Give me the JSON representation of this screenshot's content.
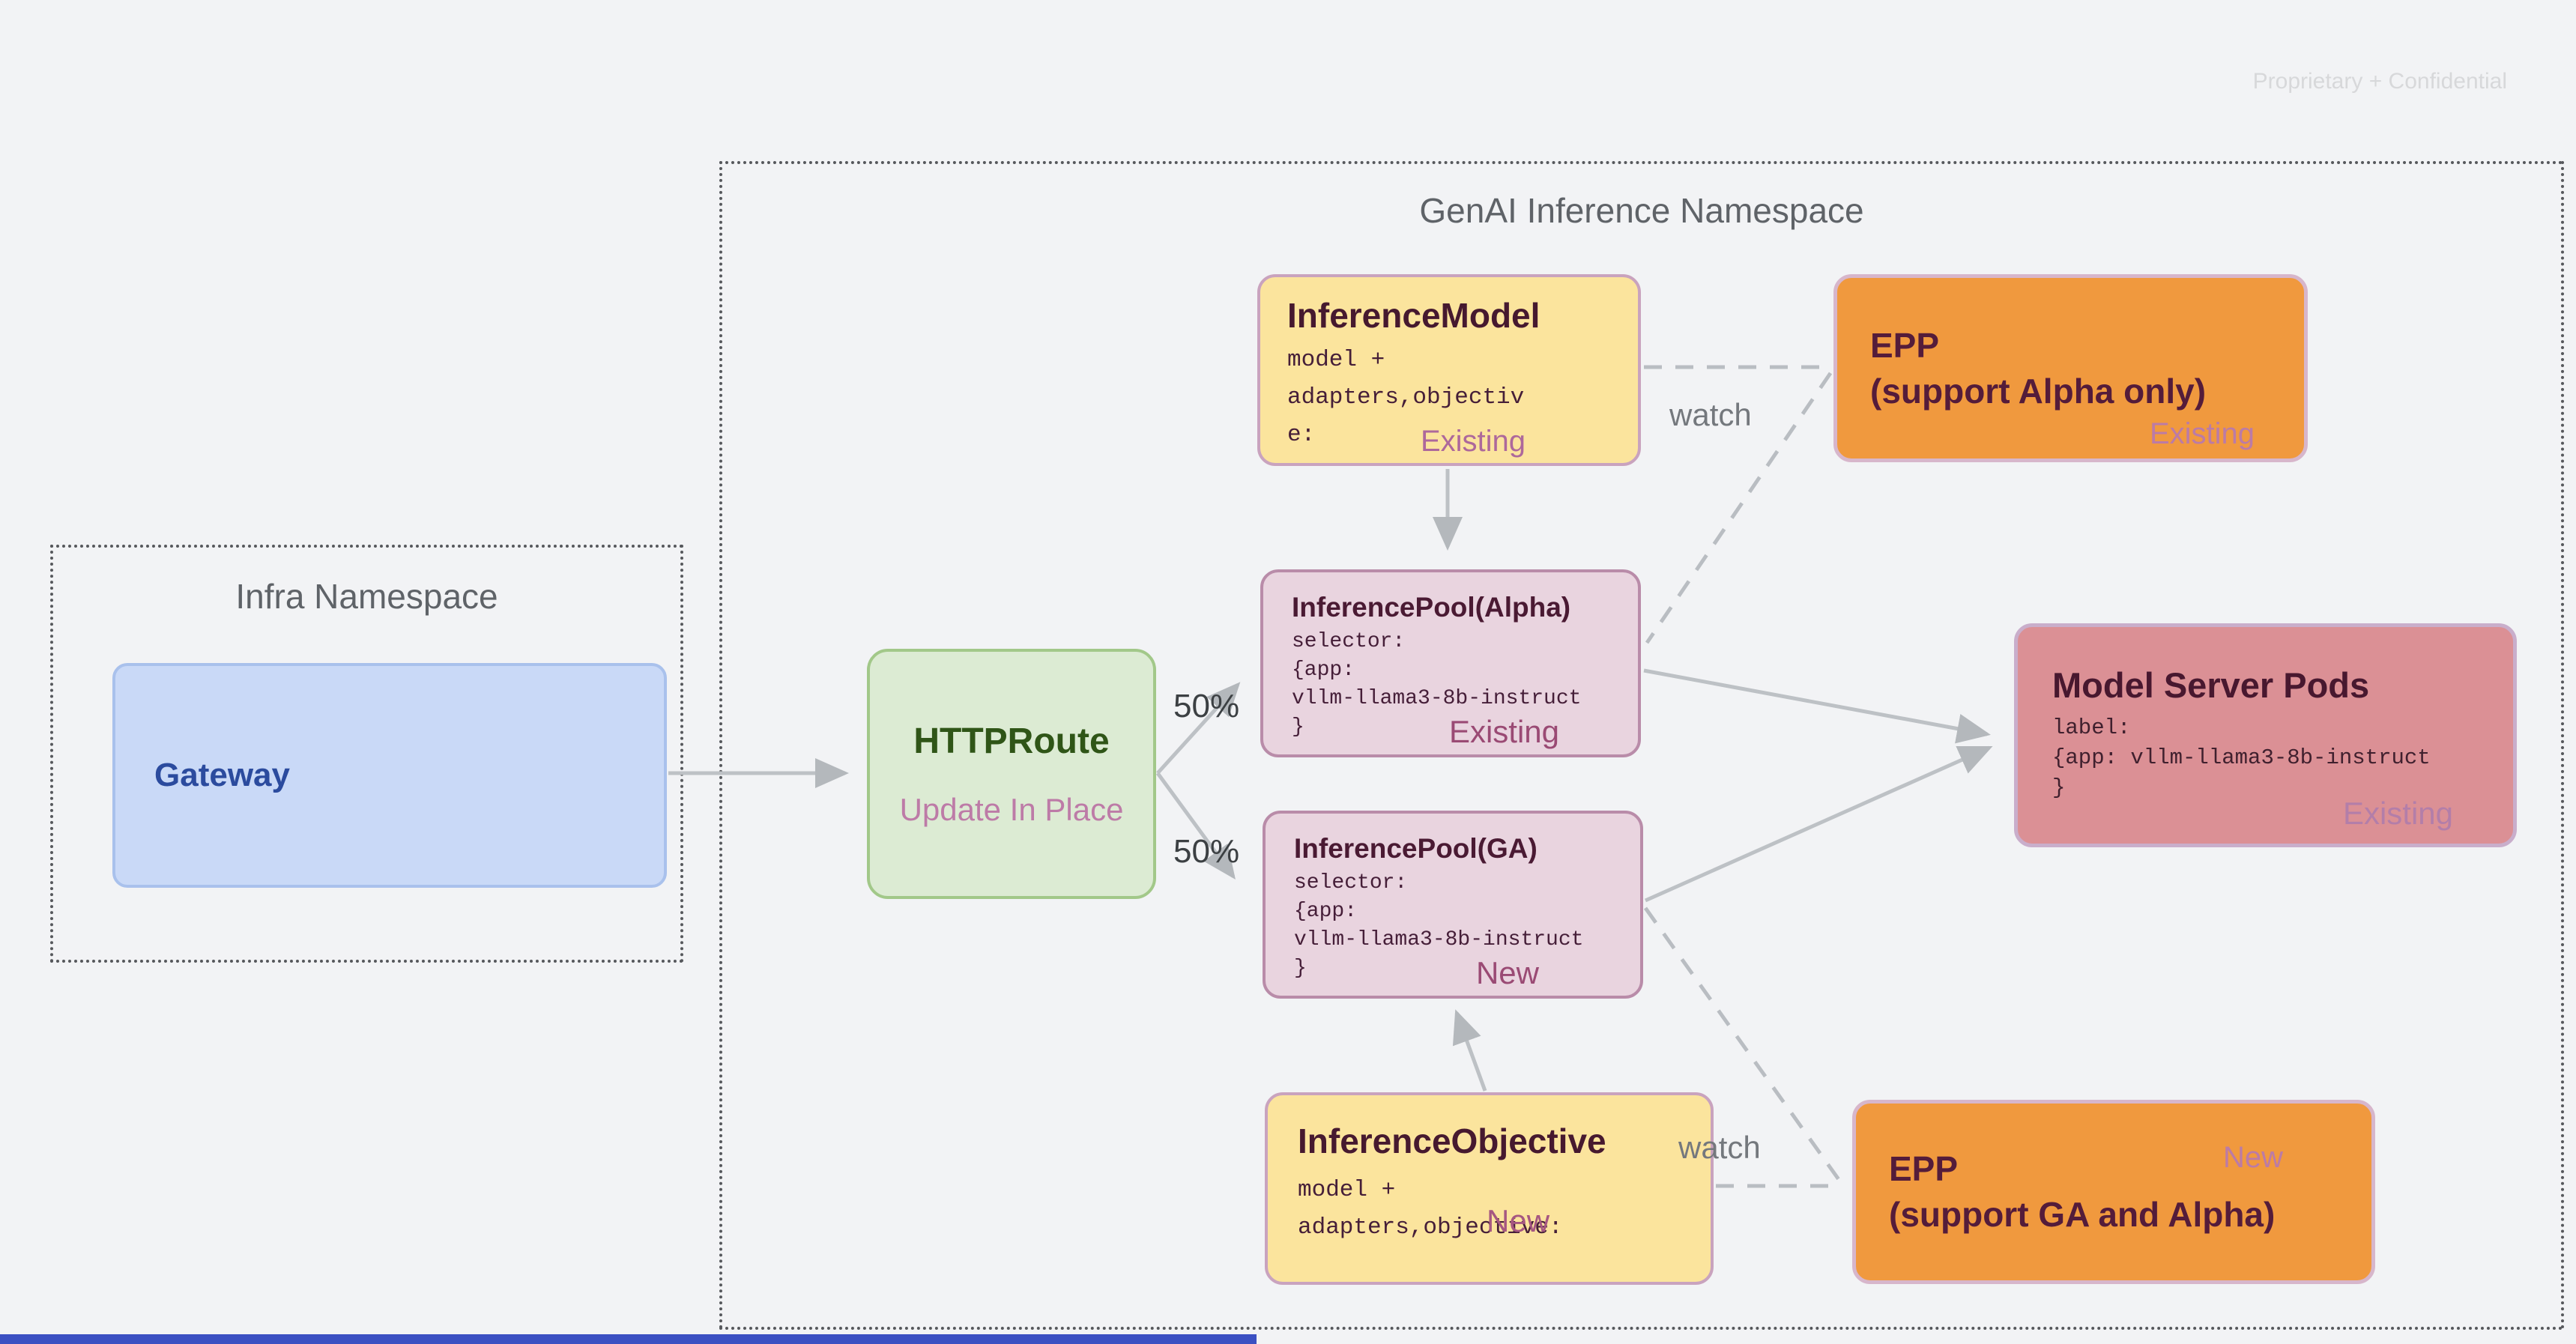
{
  "watermark": "Proprietary + Confidential",
  "infra": {
    "title": "Infra Namespace",
    "gateway": {
      "label": "Gateway"
    }
  },
  "genai": {
    "title": "GenAI Inference Namespace",
    "httproute": {
      "title": "HTTPRoute",
      "note": "Update In Place"
    },
    "inference_model": {
      "title": "InferenceModel",
      "code": "model +\nadapters,objectiv\ne:",
      "status": "Existing"
    },
    "epp_alpha": {
      "title": "EPP\n(support Alpha only)",
      "status": "Existing"
    },
    "pool_alpha": {
      "title": "InferencePool(Alpha)",
      "code": "selector:\n{app:\nvllm-llama3-8b-instruct\n}",
      "status": "Existing"
    },
    "pool_ga": {
      "title": "InferencePool(GA)",
      "code": "selector:\n{app:\nvllm-llama3-8b-instruct\n}",
      "status": "New"
    },
    "model_server_pods": {
      "title": "Model Server Pods",
      "code": "label:\n{app: vllm-llama3-8b-instruct\n}",
      "status": "Existing"
    },
    "inference_objective": {
      "title": "InferenceObjective",
      "code": "model +\nadapters,objective:",
      "status": "New"
    },
    "epp_ga": {
      "title": "EPP\n(support GA and Alpha)",
      "status": "New"
    }
  },
  "labels": {
    "split_top": "50%",
    "split_bottom": "50%",
    "watch_top": "watch",
    "watch_bottom": "watch"
  },
  "colors": {
    "accent_bar": "#3b50c2",
    "arrow": "#bdc1c5",
    "arrowhead": "#b4b8bc"
  }
}
